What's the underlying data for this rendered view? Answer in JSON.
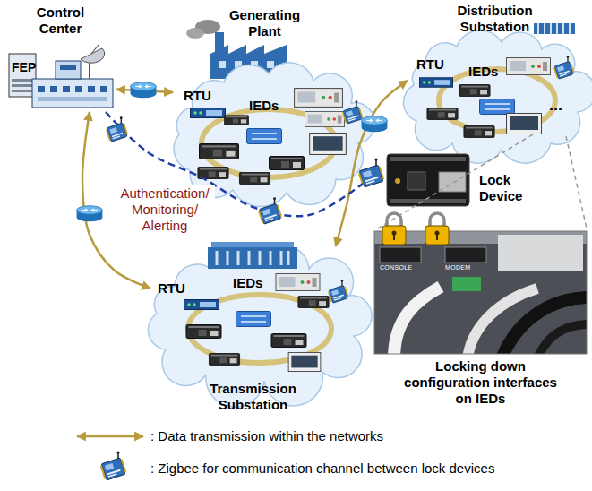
{
  "diagram": {
    "nodes": [
      {
        "text": [
          "Control Center",
          "FEP"
        ]
      },
      {
        "text": [
          "Generating Plant",
          "RTU",
          "IEDs"
        ]
      },
      {
        "text": [
          "Distribution Substation",
          "RTU",
          "IEDs",
          "..."
        ]
      },
      {
        "text": [
          "Lock Device"
        ]
      },
      {
        "text": [
          "Transmission Substation",
          "RTU",
          "IEDs"
        ]
      },
      {
        "text": [
          "Locking down configuration interfaces on IEDs"
        ]
      }
    ],
    "edges": [
      {
        "from": 0,
        "to": 1,
        "arrow": "both"
      },
      {
        "from": 0,
        "to": 4,
        "arrow": "both"
      },
      {
        "from": 4,
        "to": 2,
        "arrow": "both"
      },
      {
        "from": 0,
        "to": 3,
        "arrow": "none",
        "label": "Authentication/ Monitoring/ Alerting"
      }
    ],
    "labels": [
      "CONSOLE",
      "MODEM"
    ],
    "legend": [
      {
        "text": ": Data transmission within the networks"
      },
      {
        "text": ": Zigbee for communication channel between lock devices"
      }
    ]
  }
}
